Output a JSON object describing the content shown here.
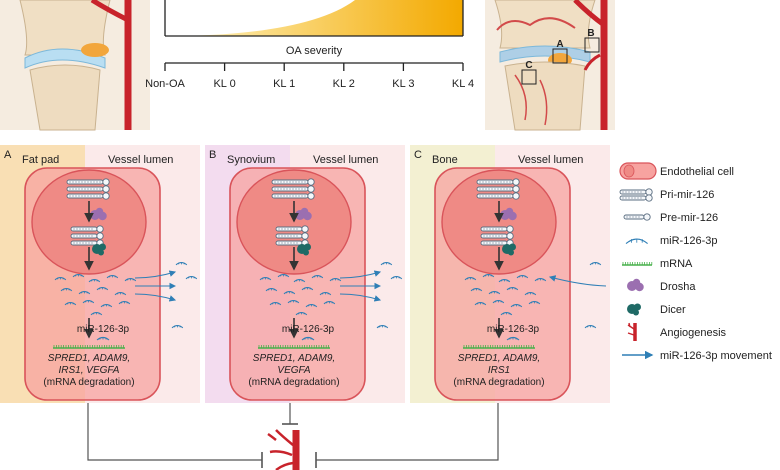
{
  "top": {
    "axis_title": "OA severity",
    "severity_levels": [
      "Non-OA",
      "KL 0",
      "KL 1",
      "KL 2",
      "KL 3",
      "KL 4"
    ],
    "knee_roi_labels": [
      "A",
      "B",
      "C"
    ]
  },
  "panels": [
    {
      "letter": "A",
      "tissue": "Fat pad",
      "lumen": "Vessel lumen",
      "mirna_label": "miR-126-3p",
      "targets_line1": "SPRED1, ADAM9,",
      "targets_line2": "IRS1, VEGFA",
      "degradation": "(mRNA degradation)",
      "tissue_color": "#f9dfb4",
      "movement": "out"
    },
    {
      "letter": "B",
      "tissue": "Synovium",
      "lumen": "Vessel lumen",
      "mirna_label": "miR-126-3p",
      "targets_line1": "SPRED1, ADAM9,",
      "targets_line2": "VEGFA",
      "degradation": "(mRNA degradation)",
      "tissue_color": "#f3dcef",
      "movement": "out"
    },
    {
      "letter": "C",
      "tissue": "Bone",
      "lumen": "Vessel lumen",
      "mirna_label": "miR-126-3p",
      "targets_line1": "SPRED1, ADAM9,",
      "targets_line2": "IRS1",
      "degradation": "(mRNA degradation)",
      "tissue_color": "#f3f0d2",
      "movement": "in"
    }
  ],
  "legend": [
    {
      "icon": "endothelial-cell-icon",
      "label": "Endothelial cell"
    },
    {
      "icon": "pri-mir-126-icon",
      "label": "Pri-mir-126"
    },
    {
      "icon": "pre-mir-126-icon",
      "label": "Pre-mir-126"
    },
    {
      "icon": "mir-126-3p-icon",
      "label": "miR-126-3p"
    },
    {
      "icon": "mrna-icon",
      "label": "mRNA"
    },
    {
      "icon": "drosha-icon",
      "label": "Drosha"
    },
    {
      "icon": "dicer-icon",
      "label": "Dicer"
    },
    {
      "icon": "angiogenesis-icon",
      "label": "Angiogenesis"
    },
    {
      "icon": "movement-arrow-icon",
      "label": "miR-126-3p movement"
    }
  ],
  "colors": {
    "cell_fill": "#f7a3a0",
    "cell_border": "#d9545a",
    "nucleus_fill": "#ef8a85",
    "lumen_fill": "#fbeaea",
    "severity_gradient_start": "#fff6c8",
    "severity_gradient_end": "#f3a900",
    "vessel_red": "#c8232b",
    "mirna_blue": "#2f7fb6",
    "mrna_green": "#47b04a",
    "drosha_purple": "#9b6fb0",
    "dicer_teal": "#1f6a66"
  }
}
